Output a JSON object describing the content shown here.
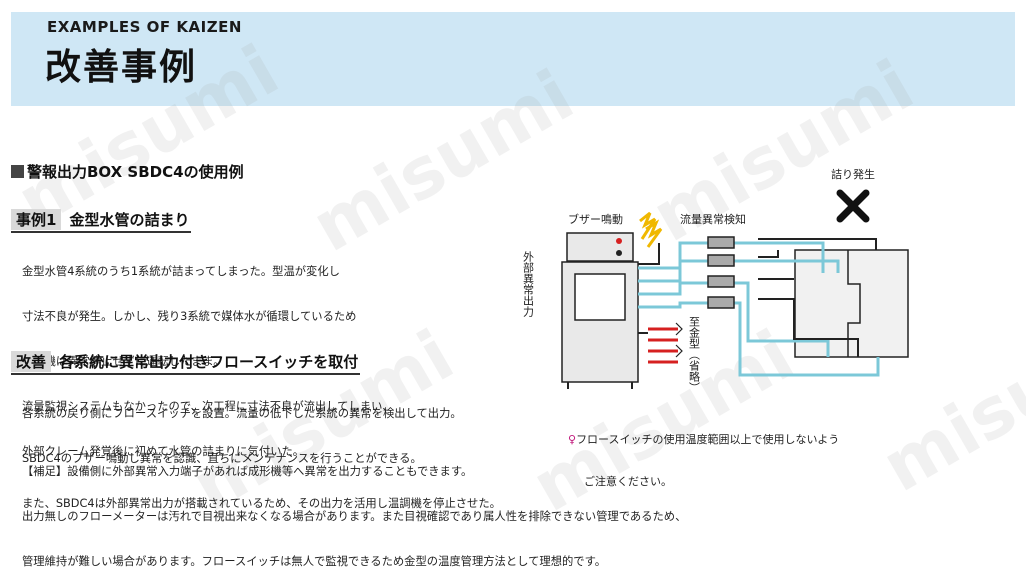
{
  "banner": {
    "eyebrow": "EXAMPLES OF KAIZEN",
    "title": "改善事例"
  },
  "watermark": "misumi",
  "section": {
    "heading": "警報出力BOX SBDC4の使用例"
  },
  "case1": {
    "tag": "事例1",
    "title": "金型水管の詰まり",
    "lines": [
      "金型水管4系統のうち1系統が詰まってしまった。型温が変化し",
      "寸法不良が発生。しかし、残り3系統で媒体水が循環しているため",
      "温調機は異常停止せずに運転したまま。",
      "流量監視システムもなかったので、次工程に寸法不良が流出してしまい、",
      "外部クレーム発覚後に初めて水管の詰まりに気付いた。"
    ]
  },
  "kaizen": {
    "tag": "改善",
    "title": "各系統に異常出力付きフロースイッチを取付",
    "lines": [
      "各系統の戻り側にフロースイッチを設置。流量の低下した系統の異常を検出して出力。",
      "SBDC4のブザー鳴動し異常を認識、直ちにメンテナンスを行うことができる。",
      "また、SBDC4は外部異常出力が搭載されているため、その出力を活用し温調機を停止させた。"
    ]
  },
  "note": {
    "lines": [
      "【補足】設備側に外部異常入力端子があれば成形機等へ異常を出力することもできます。",
      "出力無しのフローメーターは汚れで目視出来なくなる場合があります。また目視確認であり属人性を排除できない管理であるため、",
      "管理維持が難しい場合があります。フロースイッチは無人で監視できるため金型の温度管理方法として理想的です。"
    ]
  },
  "caution": {
    "mark": "♀",
    "lines": [
      "フロースイッチの使用温度範囲以上で使用しないよう",
      "ご注意ください。"
    ]
  },
  "diagram": {
    "buzzer_label": "ブザー鳴動",
    "flow_label": "流量異常検知",
    "clog_label": "詰り発生",
    "external_output_label": "外部異常出力",
    "mold_label": "至金型（省略）",
    "colors": {
      "water_line": "#7cc8d8",
      "wire": "#222222",
      "red_line": "#d62020",
      "lightning": "#f0b800"
    }
  }
}
